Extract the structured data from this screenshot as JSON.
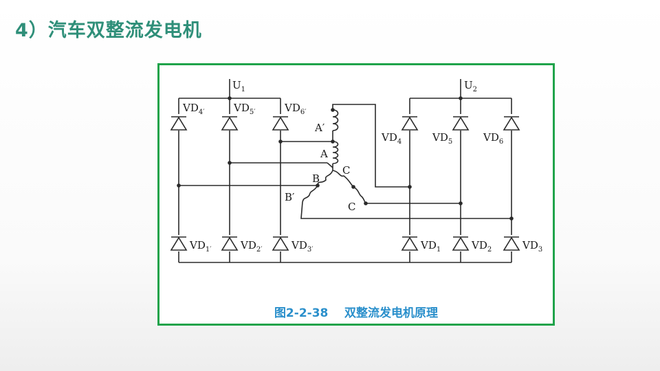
{
  "slide": {
    "title": "4）汽车双整流发电机"
  },
  "figure": {
    "caption": "图2-2-38    双整流发电机原理",
    "terminals": {
      "u1": "U",
      "u1_sub": "1",
      "u2": "U",
      "u2_sub": "2"
    },
    "windings": {
      "a_prime": "A′",
      "a": "A",
      "b": "B",
      "b_prime": "B′",
      "c": "C",
      "c_prime": "C"
    },
    "left_bridge": {
      "upper": [
        {
          "name": "VD",
          "sub": "4′"
        },
        {
          "name": "VD",
          "sub": "5′"
        },
        {
          "name": "VD",
          "sub": "6′"
        }
      ],
      "lower": [
        {
          "name": "VD",
          "sub": "1′"
        },
        {
          "name": "VD",
          "sub": "2′"
        },
        {
          "name": "VD",
          "sub": "3′"
        }
      ]
    },
    "right_bridge": {
      "upper": [
        {
          "name": "VD",
          "sub": "4"
        },
        {
          "name": "VD",
          "sub": "5"
        },
        {
          "name": "VD",
          "sub": "6"
        }
      ],
      "lower": [
        {
          "name": "VD",
          "sub": "1"
        },
        {
          "name": "VD",
          "sub": "2"
        },
        {
          "name": "VD",
          "sub": "3"
        }
      ]
    }
  }
}
